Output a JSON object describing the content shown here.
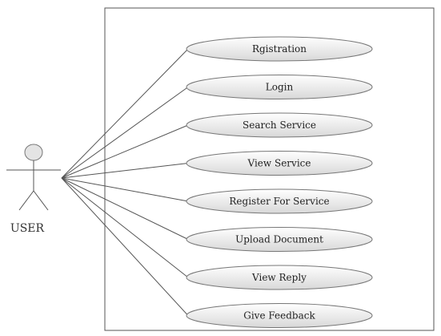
{
  "actor": {
    "label": "USER"
  },
  "use_cases": [
    {
      "label": "Rgistration"
    },
    {
      "label": "Login"
    },
    {
      "label": "Search Service"
    },
    {
      "label": "View Service"
    },
    {
      "label": "Register For Service"
    },
    {
      "label": "Upload Document"
    },
    {
      "label": "View Reply"
    },
    {
      "label": "Give Feedback"
    }
  ],
  "colors": {
    "line": "#555555",
    "ellipse_fill_light": "#ffffff",
    "ellipse_fill_dark": "#d8d8d8",
    "actor_head": "#e4e4e4"
  }
}
